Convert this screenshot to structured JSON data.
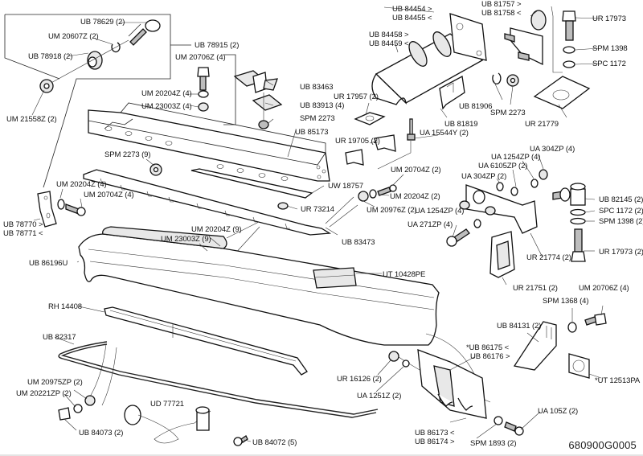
{
  "diagram": {
    "title": "Rear bumper exploded parts diagram",
    "drawing_number": "680900G0005",
    "labels": {
      "ub78629": "UB 78629 (2)",
      "um20607z": "UM 20607Z (2)",
      "ub78918": "UB 78918 (2)",
      "um21558z": "UM 21558Z (2)",
      "ub78915": "UB 78915 (2)",
      "um20706z_top": "UM 20706Z (4)",
      "um20204z_top": "UM 20204Z (4)",
      "um23003z_top": "UM 23003Z (4)",
      "ub83463": "UB 83463",
      "ub83913": "UB 83913 (4)",
      "spm2273_top": "SPM 2273",
      "ub85173": "UB 85173",
      "ur17957": "UR 17957 (2)",
      "ub84454": "UB 84454 >",
      "ub84455": "UB 84455 <",
      "ub84458": "UB 84458 >",
      "ub84459": "UB 84459 <",
      "ub81757": "UB 81757 >",
      "ub81758": "UB 81758 <",
      "ur17973_top": "UR 17973",
      "spm1398_top": "SPM 1398",
      "spc1172_top": "SPC 1172",
      "ub81906": "UB 81906",
      "spm2273_mid": "SPM 2273",
      "ub81819": "UB 81819",
      "ur21779": "UR 21779",
      "ur19705": "UR 19705 (2)",
      "ua15544y": "UA 15544Y (2)",
      "spm2273_9": "SPM 2273 (9)",
      "um20204z_left": "UM 20204Z (4)",
      "um20704z_left": "UM 20704Z (4)",
      "ub78770": "UB 78770 >",
      "ub78771": "UB 78771 <",
      "uw18757": "UW 18757",
      "ur73214": "UR 73214",
      "um20704z_2": "UM 20704Z (2)",
      "um20204z_2": "UM 20204Z (2)",
      "um20976z": "UM 20976Z (2)",
      "ub83473": "UB 83473",
      "um20204z_9": "UM 20204Z (9)",
      "um23003z_9": "UM 23003Z (9)",
      "ua304zp_4": "UA 304ZP (4)",
      "ua1254zp_4a": "UA 1254ZP (4)",
      "ua6105zp": "UA 6105ZP (2)",
      "ua304zp_2": "UA 304ZP (2)",
      "ua1254zp_4b": "UA 1254ZP (4)",
      "ua271zp": "UA 271ZP (4)",
      "ub82145": "UB 82145 (2)",
      "spc1172_2": "SPC 1172 (2)",
      "spm1398_2": "SPM 1398 (2)",
      "ur17973_2": "UR 17973 (2)",
      "ur21774": "UR 21774 (2)",
      "ub86196u": "UB 86196U",
      "ut10428pe": "UT 10428PE",
      "ur21751": "UR 21751 (2)",
      "um20706z_right": "UM 20706Z (4)",
      "spm1368": "SPM 1368 (4)",
      "ub84131": "UB 84131 (2)",
      "ub86175": "*UB 86175 <",
      "ub86176": "UB 86176 >",
      "ut12513pa": "*UT 12513PA",
      "rh14408": "RH 14408",
      "ub82317": "UB 82317",
      "ur16126": "UR 16126 (2)",
      "ua1251z": "UA 1251Z (2)",
      "um20975zp": "UM 20975ZP (2)",
      "um20221zp": "UM 20221ZP (2)",
      "ud77721": "UD 77721",
      "ub84073": "UB 84073 (2)",
      "ub86173": "UB 86173 <",
      "ub86174": "UB 86174 >",
      "spm1893": "SPM 1893 (2)",
      "ua105z": "UA 105Z (2)",
      "ub84072": "UB 84072 (5)"
    }
  }
}
